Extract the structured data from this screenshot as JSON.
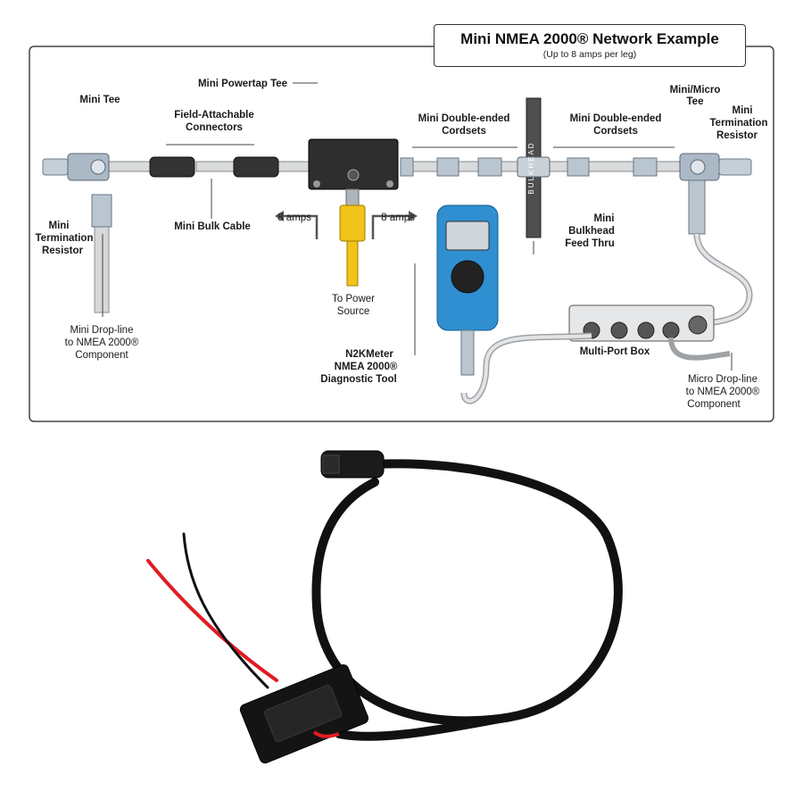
{
  "title": {
    "main": "Mini NMEA 2000® Network Example",
    "sub": "(Up to 8 amps per leg)"
  },
  "labels": {
    "mini_tee": "Mini Tee",
    "mini_powertap_tee": "Mini Powertap Tee",
    "field_attachable_1": "Field-Attachable",
    "field_attachable_2": "Connectors",
    "mini_double_ended_left_1": "Mini Double-ended",
    "mini_double_ended_left_2": "Cordsets",
    "mini_double_ended_right_1": "Mini Double-ended",
    "mini_double_ended_right_2": "Cordsets",
    "mini_micro_tee_1": "Mini/Micro",
    "mini_micro_tee_2": "Tee",
    "mini_term_right_1": "Mini",
    "mini_term_right_2": "Termination",
    "mini_term_right_3": "Resistor",
    "mini_term_left_1": "Mini",
    "mini_term_left_2": "Termination",
    "mini_term_left_3": "Resistor",
    "mini_bulk_cable": "Mini Bulk Cable",
    "amps_left": "8 amps",
    "amps_right": "8 amps",
    "to_power_1": "To Power",
    "to_power_2": "Source",
    "bulkhead_word": "BULKHEAD",
    "bulkhead_1": "Mini",
    "bulkhead_2": "Bulkhead",
    "bulkhead_3": "Feed Thru",
    "drop_line_1": "Mini Drop-line",
    "drop_line_2": "to NMEA 2000®",
    "drop_line_3": "Component",
    "n2k_1": "N2KMeter",
    "n2k_2": "NMEA 2000®",
    "n2k_3": "Diagnostic Tool",
    "multi_port_box": "Multi-Port Box",
    "micro_drop_1": "Micro Drop-line",
    "micro_drop_2": "to NMEA 2000®",
    "micro_drop_3": "Component"
  },
  "colors": {
    "meter_blue": "#2f8fd0",
    "power_yellow": "#f2c318",
    "fuse_red_wire": "#e11b22",
    "cable_black": "#111111",
    "cable_gray": "#cfd2d4"
  },
  "icons": [
    "powertap-tee-icon",
    "n2kmeter-icon",
    "multi-port-box-icon",
    "bulkhead-panel-icon",
    "fused-power-cable-icon"
  ]
}
